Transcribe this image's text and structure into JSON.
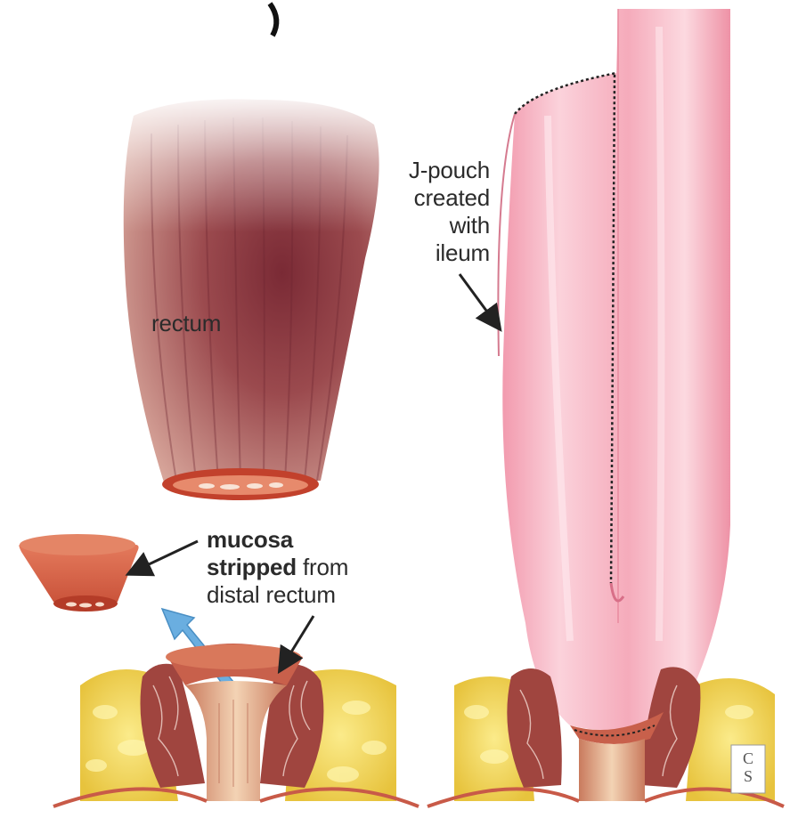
{
  "labels": {
    "rectum": "rectum",
    "jpouch": {
      "line1": "J-pouch",
      "line2": "created",
      "line3": "with",
      "line4": "ileum"
    },
    "mucosa": {
      "bold1": "mucosa",
      "bold2": "stripped",
      "rest2": " from",
      "line3": "distal rectum"
    }
  },
  "logo_text": "CS",
  "colors": {
    "rectum_muscle": "#a3504f",
    "rectum_dark": "#7a2a35",
    "mucosa_cuff": "#d9664a",
    "jpouch_pink": "#f4a6b6",
    "fat_yellow": "#f2d85c",
    "arrow_blue": "#6aaee0",
    "text": "#2b2b2b"
  }
}
